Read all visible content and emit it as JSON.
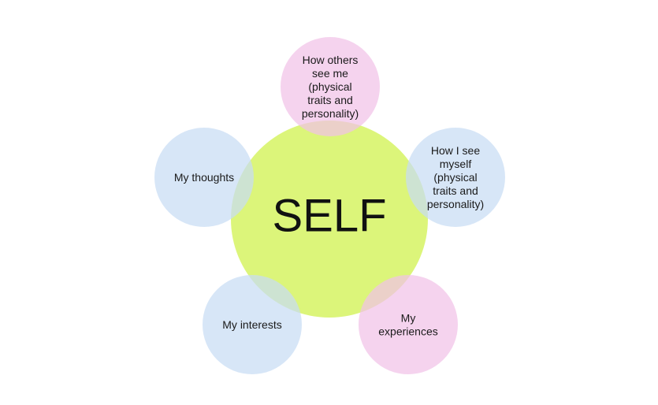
{
  "diagram": {
    "center": {
      "label": "SELF",
      "color": "#dcf57a"
    },
    "nodes": [
      {
        "id": "how-others-see-me",
        "lines": [
          "How others",
          "see me",
          "(physical",
          "traits and",
          "personality)"
        ],
        "color": "#f1c2e7"
      },
      {
        "id": "how-i-see-myself",
        "lines": [
          "How I see",
          "myself",
          "(physical",
          "traits and",
          "personality)"
        ],
        "color": "#c7ddf4"
      },
      {
        "id": "my-experiences",
        "lines": [
          "My",
          "experiences"
        ],
        "color": "#f1c2e7"
      },
      {
        "id": "my-interests",
        "lines": [
          "My interests"
        ],
        "color": "#c7ddf4"
      },
      {
        "id": "my-thoughts",
        "lines": [
          "My thoughts"
        ],
        "color": "#c7ddf4"
      }
    ]
  }
}
